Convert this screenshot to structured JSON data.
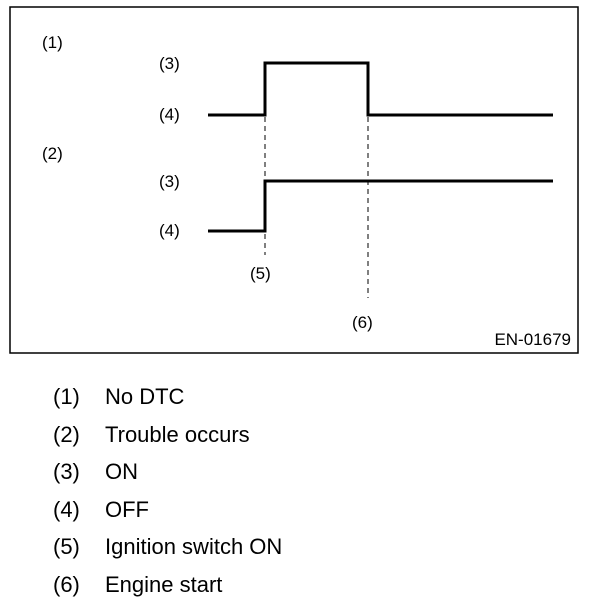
{
  "figure": {
    "labels": {
      "no_dtc": "(1)",
      "trouble": "(2)",
      "on_top": "(3)",
      "off_top": "(4)",
      "on_bottom": "(3)",
      "off_bottom": "(4)",
      "ignition": "(5)",
      "engine": "(6)"
    },
    "code": "EN-01679"
  },
  "legend": [
    {
      "num": "(1)",
      "text": "No DTC"
    },
    {
      "num": "(2)",
      "text": "Trouble occurs"
    },
    {
      "num": "(3)",
      "text": "ON"
    },
    {
      "num": "(4)",
      "text": "OFF"
    },
    {
      "num": "(5)",
      "text": "Ignition switch ON"
    },
    {
      "num": "(6)",
      "text": "Engine start"
    }
  ]
}
